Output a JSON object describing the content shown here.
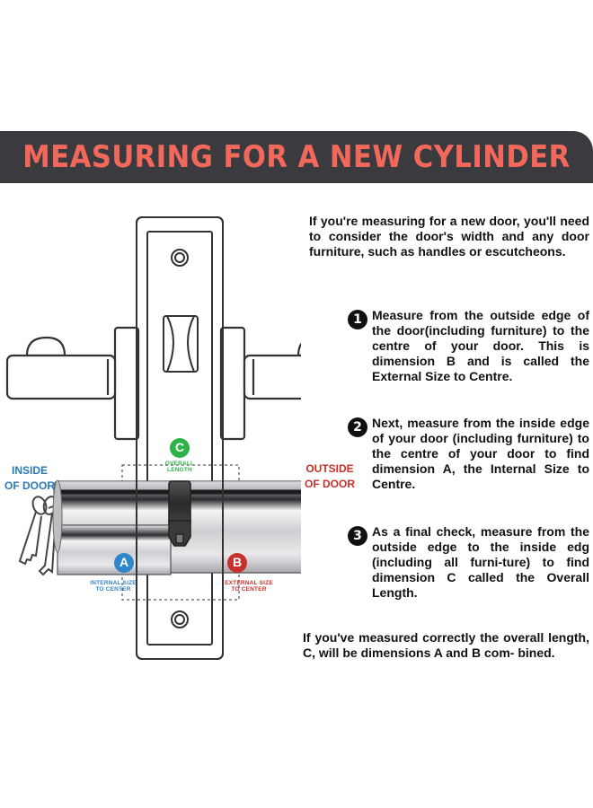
{
  "title": "MEASURING FOR A NEW CYLINDER",
  "colors": {
    "banner_bg": "#3b3b3f",
    "title": "#f2695c",
    "inside_label": "#2a7ab7",
    "outside_label": "#c8302c",
    "badge_a": "#2f86c8",
    "badge_b": "#c8302c",
    "badge_c": "#2db34a"
  },
  "diagram": {
    "inside_label": [
      "INSIDE",
      "OF DOOR"
    ],
    "outside_label": [
      "OUTSIDE",
      "OF DOOR"
    ],
    "badge_a": "A",
    "badge_b": "B",
    "badge_c": "C",
    "label_a": [
      "INTERNAL SIZE",
      "TO CENTER"
    ],
    "label_b": [
      "EXTERNAL SIZE",
      "TO CENTER"
    ],
    "label_c": [
      "OVERALL",
      "LENGTH"
    ]
  },
  "intro": "If you're measuring for a new door, you'll need to consider the door's width and any door furniture, such as handles or escutcheons.",
  "steps": [
    {
      "number": "1",
      "text": "Measure from the outside edge of the door(including furniture) to the centre of your door. This is dimension B and is called the External Size to Centre."
    },
    {
      "number": "2",
      "text": "Next, measure from the inside edge of your door (including furniture) to the centre of your door to find dimension A, the Internal Size to Centre."
    },
    {
      "number": "3",
      "text": "As a final check, measure from the outside edge to the inside edg (including all furni-ture) to find dimension C called the Overall Length."
    }
  ],
  "conclusion": "If you've measured correctly the overall length, C, will be dimensions A and B com- bined."
}
